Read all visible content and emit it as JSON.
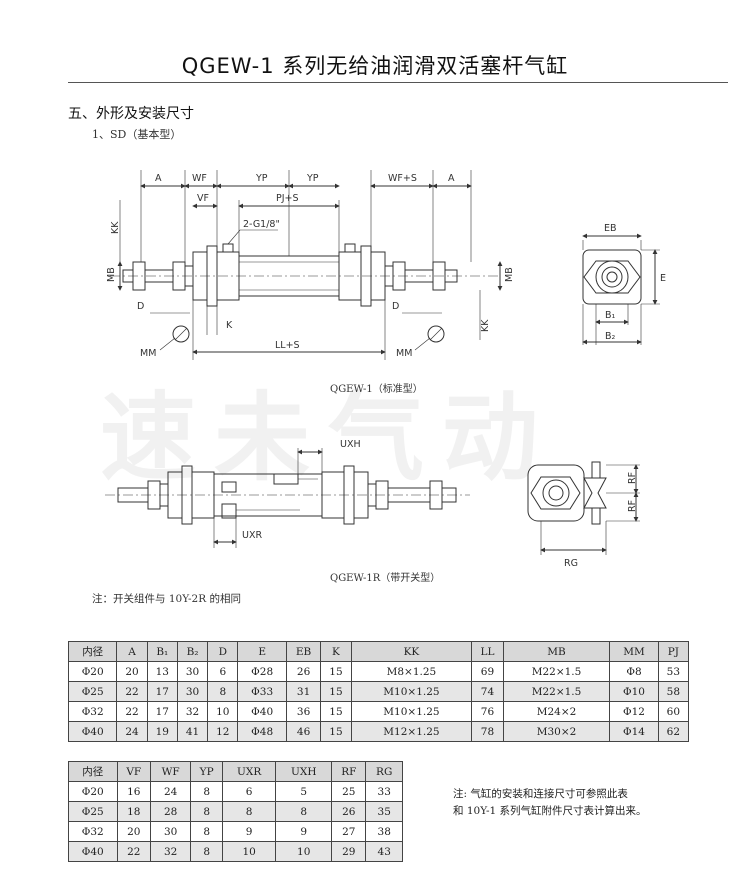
{
  "title": "QGEW-1 系列无给油润滑双活塞杆气缸",
  "section_heading": "五、外形及安装尺寸",
  "subsection_heading": "1、SD（基本型）",
  "drawing1": {
    "caption": "QGEW-1（标准型）",
    "labels": {
      "A_left": "A",
      "WF_left": "WF",
      "VF": "VF",
      "YP_left": "YP",
      "YP_right": "YP",
      "PJ": "PJ+S",
      "WF_S": "WF+S",
      "A_right": "A",
      "port": "2-G1/8\"",
      "KK_left": "KK",
      "MB_left": "MB",
      "D_left": "D",
      "MM_left": "MM",
      "K": "K",
      "LL": "LL+S",
      "D_right": "D",
      "MM_right": "MM",
      "KK_right": "KK",
      "MB_right": "MB",
      "EB": "EB",
      "E": "E",
      "B1": "B₁",
      "B2": "B₂"
    }
  },
  "drawing2": {
    "caption": "QGEW-1R（带开关型）",
    "labels": {
      "UXH": "UXH",
      "UXR": "UXR",
      "RF_top": "RF",
      "RF_bottom": "RF",
      "RG": "RG"
    }
  },
  "watermark": "速未气动",
  "note_switch": "注：开关组件与 10Y-2R 的相同",
  "table1": {
    "headers": [
      "内径",
      "A",
      "B₁",
      "B₂",
      "D",
      "E",
      "EB",
      "K",
      "KK",
      "LL",
      "MB",
      "MM",
      "PJ"
    ],
    "rows": [
      [
        "Φ20",
        "20",
        "13",
        "30",
        "6",
        "Φ28",
        "26",
        "15",
        "M8×1.25",
        "69",
        "M22×1.5",
        "Φ8",
        "53"
      ],
      [
        "Φ25",
        "22",
        "17",
        "30",
        "8",
        "Φ33",
        "31",
        "15",
        "M10×1.25",
        "74",
        "M22×1.5",
        "Φ10",
        "58"
      ],
      [
        "Φ32",
        "22",
        "17",
        "32",
        "10",
        "Φ40",
        "36",
        "15",
        "M10×1.25",
        "76",
        "M24×2",
        "Φ12",
        "60"
      ],
      [
        "Φ40",
        "24",
        "19",
        "41",
        "12",
        "Φ48",
        "46",
        "15",
        "M12×1.25",
        "78",
        "M30×2",
        "Φ14",
        "62"
      ]
    ]
  },
  "table2": {
    "headers": [
      "内径",
      "VF",
      "WF",
      "YP",
      "UXR",
      "UXH",
      "RF",
      "RG"
    ],
    "rows": [
      [
        "Φ20",
        "16",
        "24",
        "8",
        "6",
        "5",
        "25",
        "33"
      ],
      [
        "Φ25",
        "18",
        "28",
        "8",
        "8",
        "8",
        "26",
        "35"
      ],
      [
        "Φ32",
        "20",
        "30",
        "8",
        "9",
        "9",
        "27",
        "38"
      ],
      [
        "Φ40",
        "22",
        "32",
        "8",
        "10",
        "10",
        "29",
        "43"
      ]
    ]
  },
  "note_tables": {
    "line1": "注: 气缸的安装和连接尺寸可参照此表",
    "line2": "和 10Y-1 系列气缸附件尺寸表计算出来。"
  }
}
